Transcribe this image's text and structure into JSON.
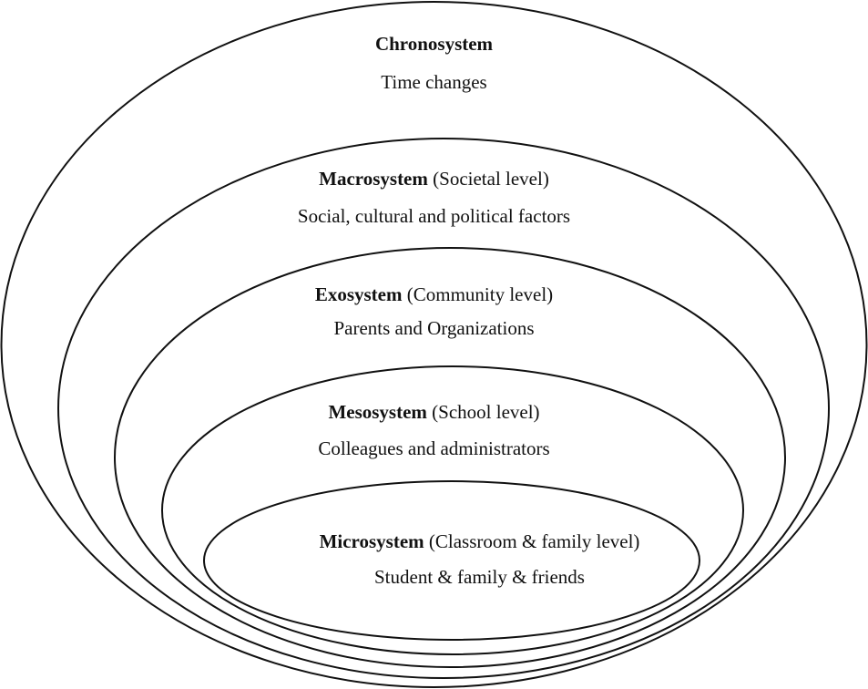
{
  "systems": [
    {
      "name": "Chronosystem",
      "level": "",
      "description": "Time changes"
    },
    {
      "name": "Macrosystem",
      "level": "(Societal level)",
      "description": "Social, cultural and political factors"
    },
    {
      "name": "Exosystem",
      "level": "(Community level)",
      "description": "Parents and Organizations"
    },
    {
      "name": "Mesosystem",
      "level": "(School level)",
      "description": "Colleagues and administrators"
    },
    {
      "name": "Microsystem",
      "level": "(Classroom & family level)",
      "description": "Student & family & friends"
    }
  ],
  "colors": {
    "stroke": "#111111",
    "background": "#ffffff"
  }
}
